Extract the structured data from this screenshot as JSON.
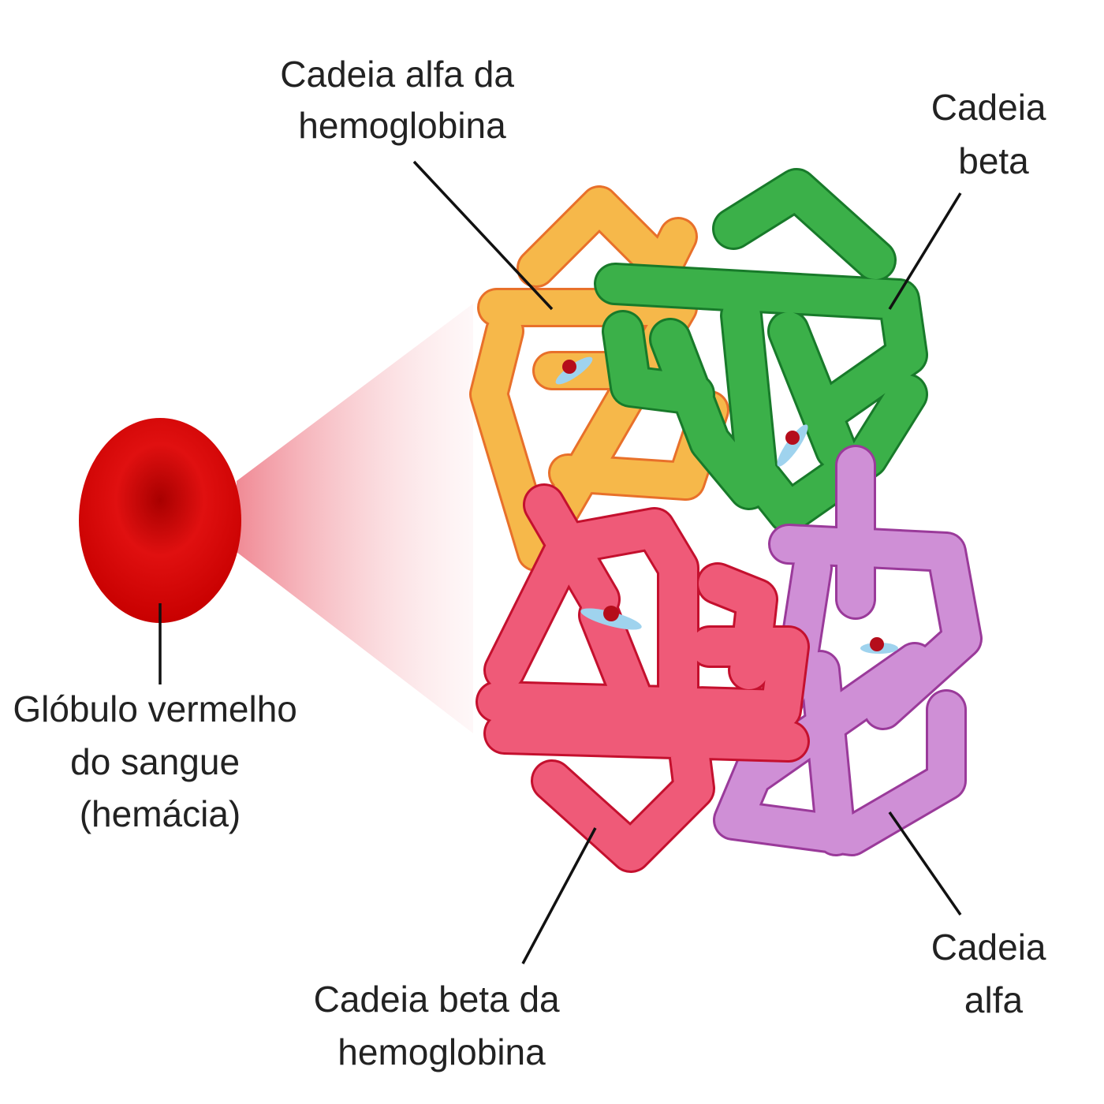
{
  "labels": {
    "alpha_chain_hemoglobin": [
      "Cadeia alfa da",
      "hemoglobina"
    ],
    "beta_chain": [
      "Cadeia",
      "beta"
    ],
    "red_blood_cell": [
      "Glóbulo vermelho",
      "do sangue",
      "(hemácia)"
    ],
    "beta_chain_hemoglobin": [
      "Cadeia beta da",
      "hemoglobina"
    ],
    "alpha_chain": [
      "Cadeia",
      "alfa"
    ]
  },
  "colors": {
    "alpha_top": "#f6b84a",
    "beta_top": "#3bb049",
    "beta_bottom": "#ef5a78",
    "alpha_bottom": "#cf8fd6",
    "red_cell": "#d80c0c"
  }
}
